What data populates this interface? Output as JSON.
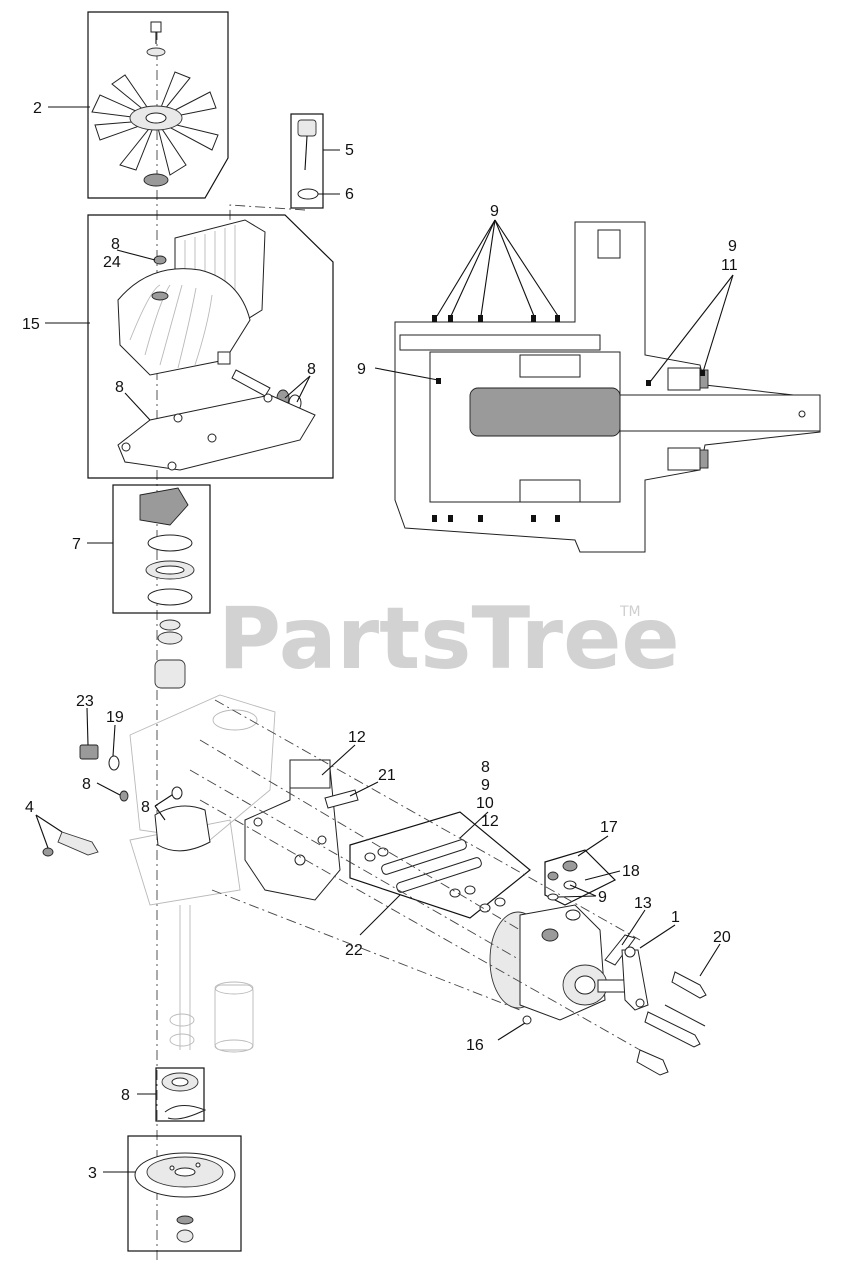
{
  "watermark": {
    "brand": "PartsTree",
    "trademark": "TM"
  },
  "callouts": {
    "c2": "2",
    "c5": "5",
    "c6": "6",
    "c8a": "8",
    "c24": "24",
    "c15": "15",
    "c8b": "8",
    "c8c": "8",
    "c7": "7",
    "c9a": "9",
    "c9b": "9",
    "c11": "11",
    "c9c": "9",
    "c23": "23",
    "c19": "19",
    "c12a": "12",
    "c21": "21",
    "c8d": "8",
    "c8e": "8",
    "c4": "4",
    "c8f": "8",
    "c9d": "9",
    "c10": "10",
    "c12b": "12",
    "c17": "17",
    "c18": "18",
    "c9e": "9",
    "c13": "13",
    "c1": "1",
    "c20": "20",
    "c22": "22",
    "c16": "16",
    "c8g": "8",
    "c3": "3"
  }
}
